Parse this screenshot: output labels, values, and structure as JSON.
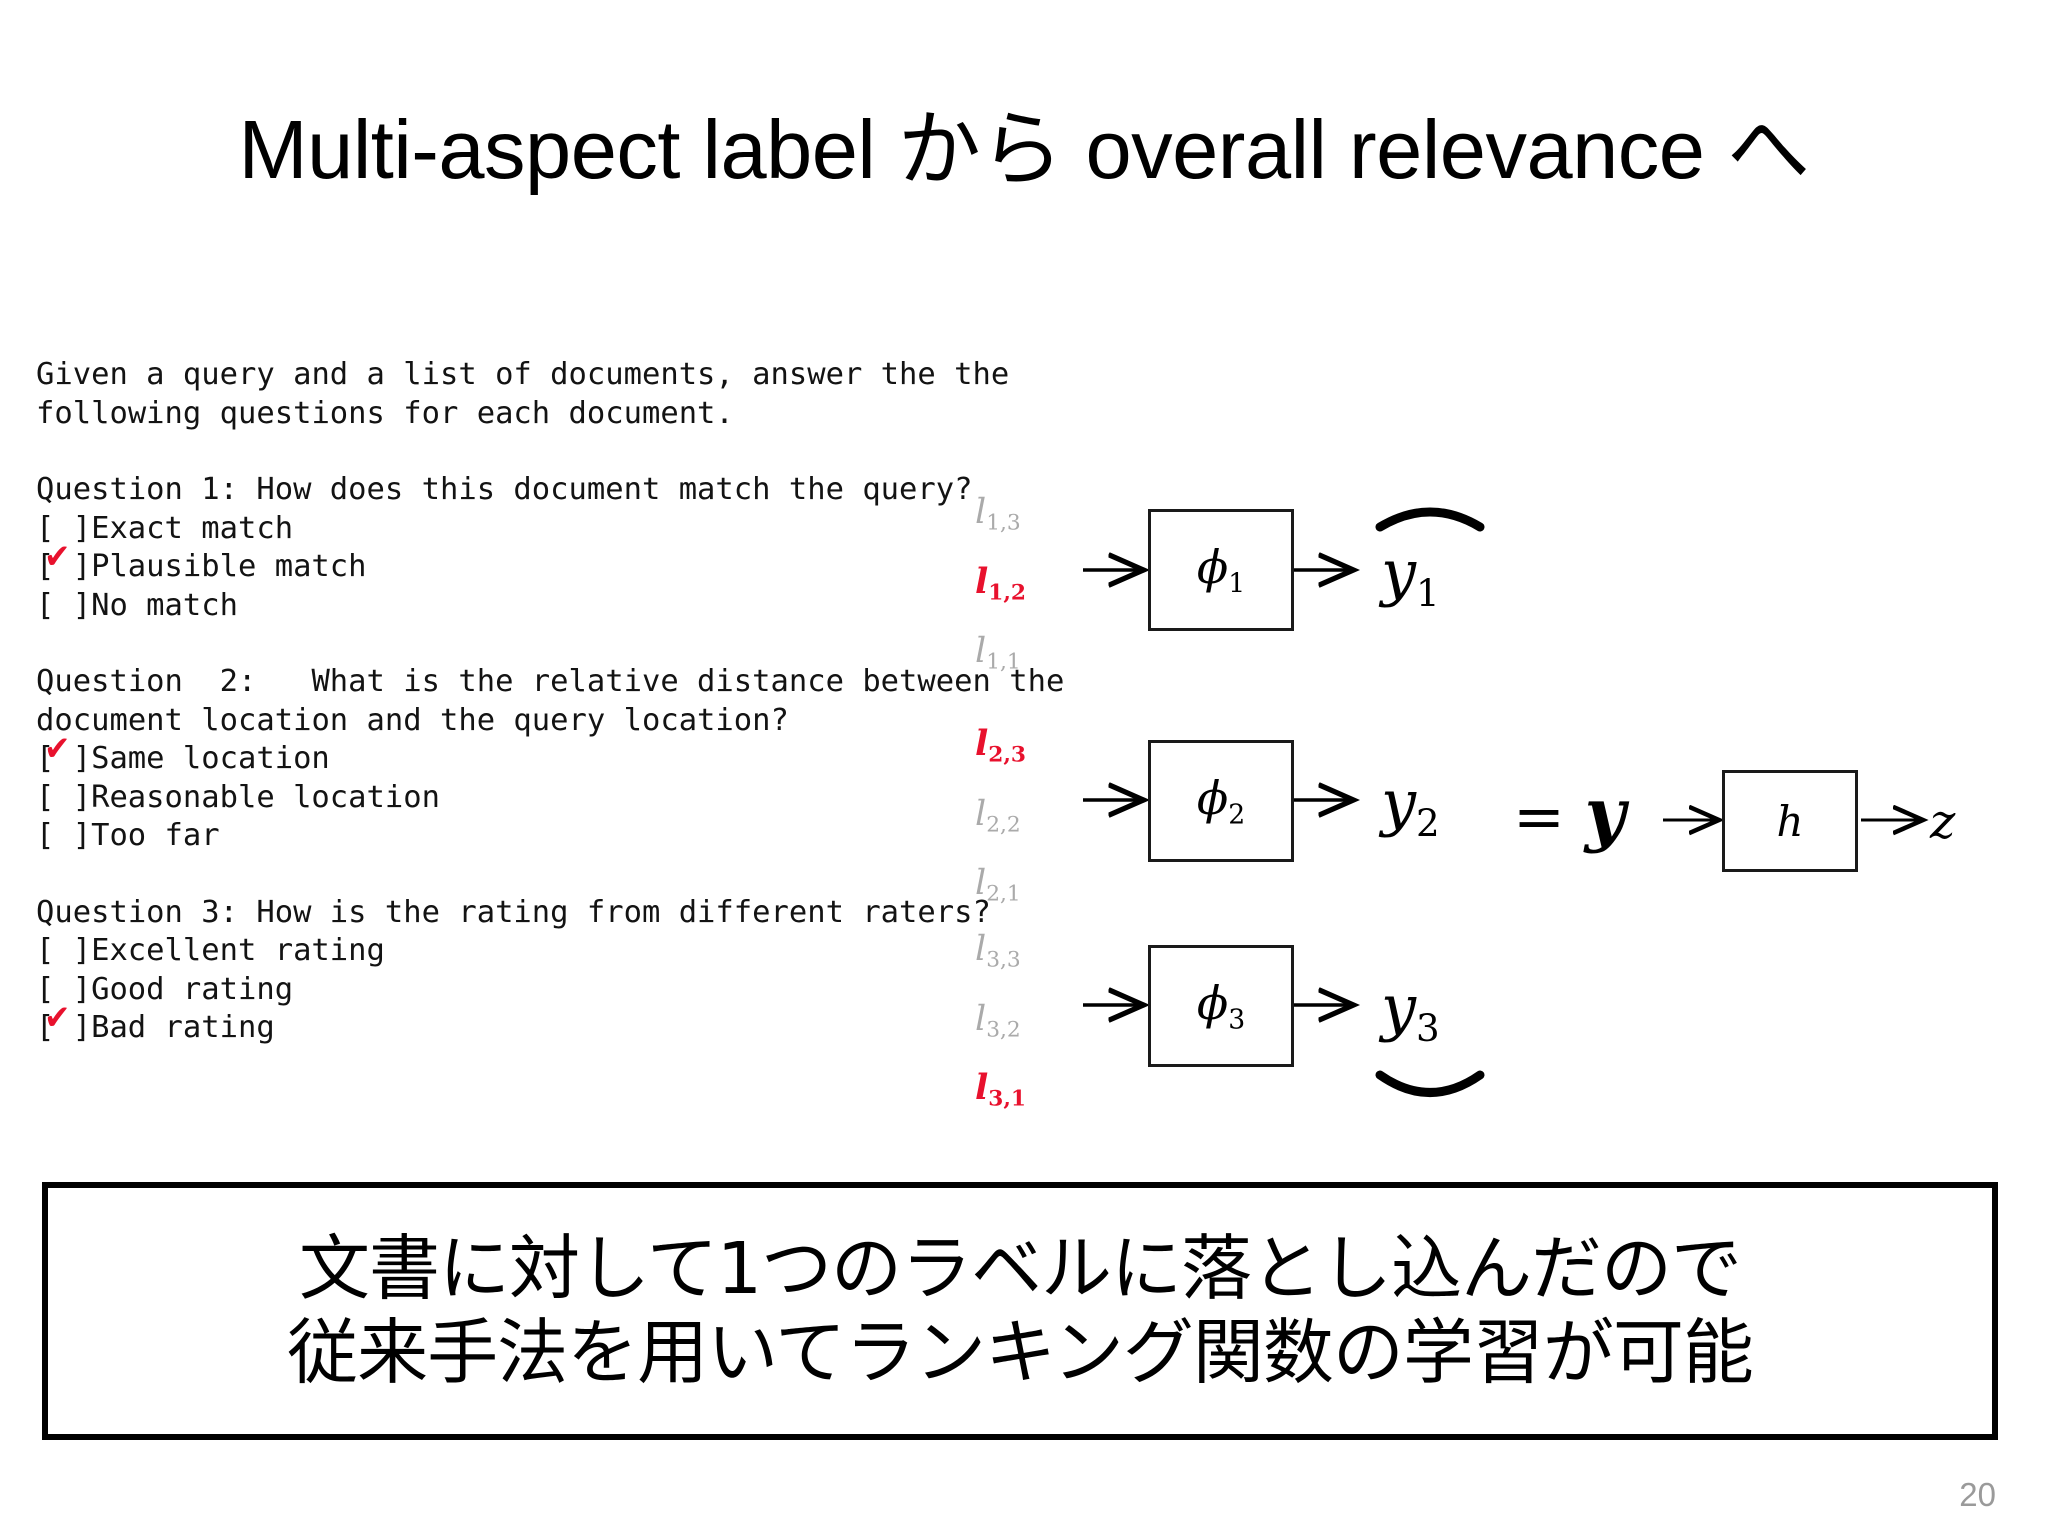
{
  "slide": {
    "title": "Multi-aspect label から overall relevance へ",
    "page_number": "20"
  },
  "questionnaire": {
    "intro": [
      "Given a query and a list of documents, answer the the",
      "following questions for each document."
    ],
    "questions": [
      {
        "heading": "Question 1: How does this document match the query?",
        "options": [
          {
            "checked": false,
            "label": "Exact match"
          },
          {
            "checked": true,
            "label": "Plausible match"
          },
          {
            "checked": false,
            "label": "No match"
          }
        ]
      },
      {
        "heading_lines": [
          "Question  2:   What is the relative distance between the",
          "document location and the query location?"
        ],
        "options": [
          {
            "checked": true,
            "label": "Same location"
          },
          {
            "checked": false,
            "label": "Reasonable location"
          },
          {
            "checked": false,
            "label": "Too far"
          }
        ]
      },
      {
        "heading": "Question 3: How is the rating from different raters?",
        "options": [
          {
            "checked": false,
            "label": "Excellent rating"
          },
          {
            "checked": false,
            "label": "Good rating"
          },
          {
            "checked": true,
            "label": "Bad rating"
          }
        ]
      }
    ],
    "checkbox_empty": "[ ]",
    "checkbox_bracket_open": "[",
    "checkbox_bracket_close": "]",
    "check_glyph": "✔"
  },
  "diagram": {
    "rows": [
      {
        "labels": [
          {
            "base": "l",
            "sub": "1,3",
            "selected": false
          },
          {
            "base": "l",
            "sub": "1,2",
            "selected": true
          },
          {
            "base": "l",
            "sub": "1,1",
            "selected": false
          }
        ],
        "box_label": "ϕ",
        "box_sub": "1",
        "output_label": "y",
        "output_sub": "1"
      },
      {
        "labels": [
          {
            "base": "l",
            "sub": "2,3",
            "selected": true
          },
          {
            "base": "l",
            "sub": "2,2",
            "selected": false
          },
          {
            "base": "l",
            "sub": "2,1",
            "selected": false
          }
        ],
        "box_label": "ϕ",
        "box_sub": "2",
        "output_label": "y",
        "output_sub": "2"
      },
      {
        "labels": [
          {
            "base": "l",
            "sub": "3,3",
            "selected": false
          },
          {
            "base": "l",
            "sub": "3,2",
            "selected": false
          },
          {
            "base": "l",
            "sub": "3,1",
            "selected": true
          }
        ],
        "box_label": "ϕ",
        "box_sub": "3",
        "output_label": "y",
        "output_sub": "3"
      }
    ],
    "equals_sign": "=",
    "vector_label": "y",
    "h_box_label": "h",
    "z_label": "z"
  },
  "summary": {
    "lines": [
      "文書に対して1つのラベルに落とし込んだので",
      "従来手法を用いてランキング関数の学習が可能"
    ]
  },
  "colors": {
    "selected_label": "#E8112D",
    "unselected_label": "#aaaaaa",
    "text": "#131313",
    "page_number": "#9a9a9a",
    "background": "#ffffff"
  }
}
